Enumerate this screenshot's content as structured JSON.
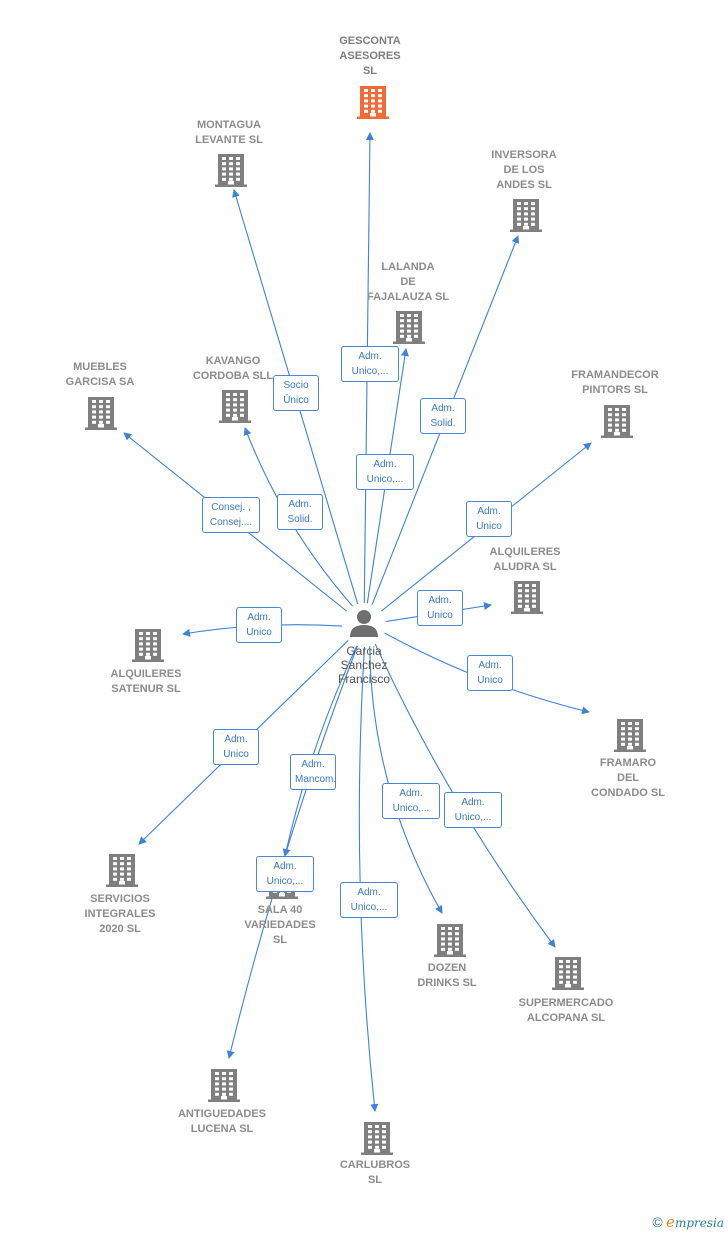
{
  "colors": {
    "edge": "#3f82d6",
    "building": "#7f7f7f",
    "highlight": "#f26a35",
    "label_border": "#4a86d4"
  },
  "person": {
    "name": "Garcia\nSanchez\nFrancisco",
    "icon": "person-icon"
  },
  "nodes": [
    {
      "id": "gesconta",
      "label": "GESCONTA\nASESORES\nSL",
      "highlight": true
    },
    {
      "id": "montagua",
      "label": "MONTAGUA\nLEVANTE SL"
    },
    {
      "id": "inversora",
      "label": "INVERSORA\nDE LOS\nANDES SL"
    },
    {
      "id": "lalanda",
      "label": "LALANDA\nDE\nFAJALAUZA  SL"
    },
    {
      "id": "muebles",
      "label": "MUEBLES\nGARCISA SA"
    },
    {
      "id": "kavango",
      "label": "KAVANGO\nCORDOBA SLL"
    },
    {
      "id": "framandecor",
      "label": "FRAMANDECOR\nPINTORS SL"
    },
    {
      "id": "aludra",
      "label": "ALQUILERES\nALUDRA  SL"
    },
    {
      "id": "satenur",
      "label": "ALQUILERES\nSATENUR  SL"
    },
    {
      "id": "framaro",
      "label": "FRAMARO\nDEL\nCONDADO  SL"
    },
    {
      "id": "servicios",
      "label": "SERVICIOS\nINTEGRALES\n2020  SL"
    },
    {
      "id": "sala40",
      "label": "SALA 40\nVARIEDADES\nSL"
    },
    {
      "id": "dozen",
      "label": "DOZEN\nDRINKS  SL"
    },
    {
      "id": "supermercado",
      "label": "SUPERMERCADO\nALCOPANA  SL"
    },
    {
      "id": "antiguedades",
      "label": "ANTIGUEDADES\nLUCENA  SL"
    },
    {
      "id": "carlubros",
      "label": "CARLUBROS\nSL"
    }
  ],
  "edges": [
    {
      "target": "gesconta",
      "label": "Adm.\nUnico,..."
    },
    {
      "target": "montagua",
      "label": "Socio\nÚnico"
    },
    {
      "target": "inversora",
      "label": "Adm.\nSolid."
    },
    {
      "target": "lalanda",
      "label": "Adm.\nUnico,..."
    },
    {
      "target": "muebles",
      "label": "Consej. ,\nConsej...."
    },
    {
      "target": "kavango",
      "label": "Adm.\nSolid."
    },
    {
      "target": "framandecor",
      "label": "Adm.\nUnico"
    },
    {
      "target": "aludra",
      "label": "Adm.\nUnico"
    },
    {
      "target": "satenur",
      "label": "Adm.\nUnico"
    },
    {
      "target": "framaro",
      "label": "Adm.\nUnico"
    },
    {
      "target": "servicios",
      "label": "Adm.\nUnico"
    },
    {
      "target": "sala40",
      "label": "Adm.\nMancom."
    },
    {
      "target": "dozen",
      "label": "Adm.\nUnico,..."
    },
    {
      "target": "supermercado",
      "label": "Adm.\nUnico,..."
    },
    {
      "target": "antiguedades",
      "label": "Adm.\nUnico,..."
    },
    {
      "target": "carlubros",
      "label": "Adm.\nUnico,..."
    }
  ],
  "footer": {
    "copyright": "©",
    "brand_first": "e",
    "brand_rest": "mpresia"
  }
}
